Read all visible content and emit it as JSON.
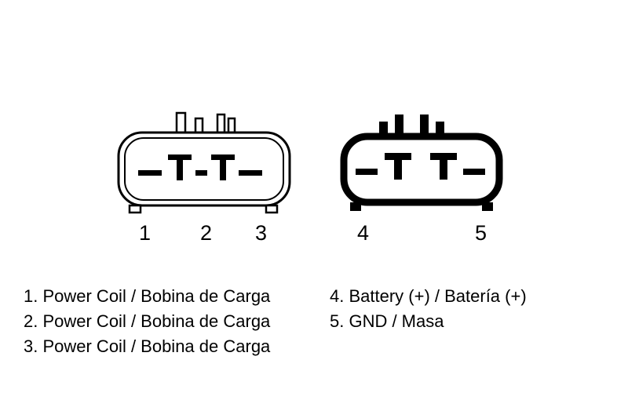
{
  "connectors": {
    "left": {
      "name": "3-pin connector (outline style)",
      "pin_numbers": [
        "1",
        "2",
        "3"
      ]
    },
    "right": {
      "name": "2-pin connector (bold style)",
      "pin_numbers": [
        "4",
        "5"
      ]
    }
  },
  "legend": {
    "left": [
      "1. Power Coil / Bobina de Carga",
      "2. Power Coil / Bobina de Carga",
      "3. Power Coil / Bobina de Carga"
    ],
    "right": [
      "4. Battery (+) / Batería (+)",
      "5. GND / Masa"
    ]
  },
  "colors": {
    "line": "#000000",
    "background": "#ffffff"
  }
}
